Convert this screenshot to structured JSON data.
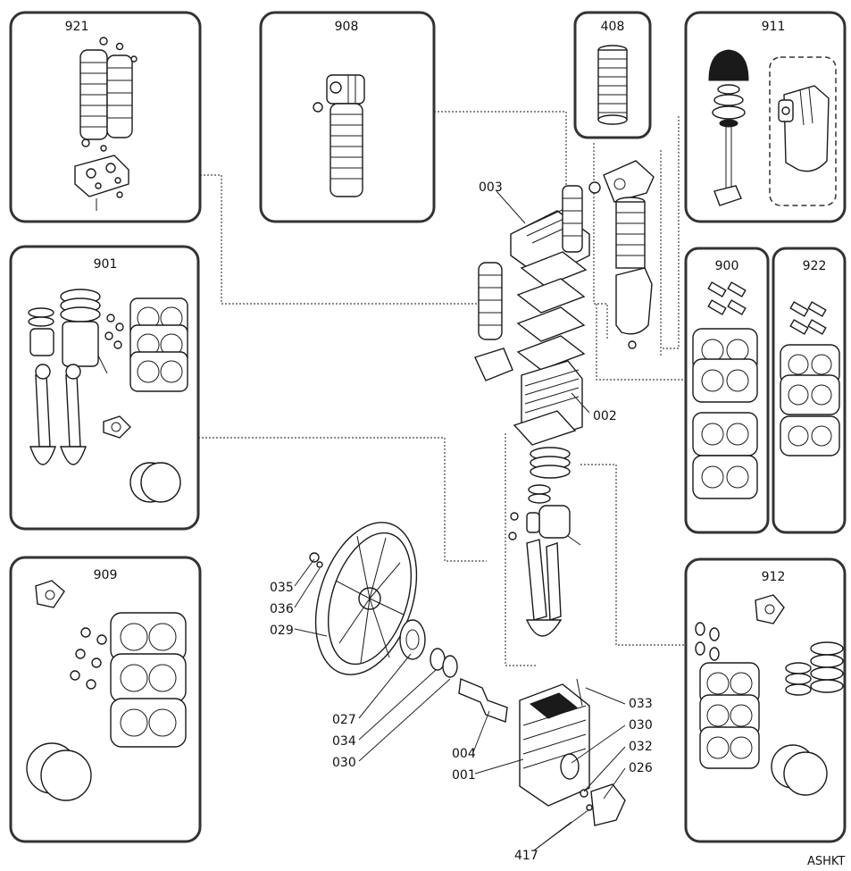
{
  "panels": {
    "p921": "921",
    "p908": "908",
    "p408": "408",
    "p911": "911",
    "p901": "901",
    "p900": "900",
    "p922": "922",
    "p909": "909",
    "p912": "912"
  },
  "callouts": {
    "c003": "003",
    "c002": "002",
    "c035": "035",
    "c036": "036",
    "c029": "029",
    "c027": "027",
    "c034": "034",
    "c030a": "030",
    "c004": "004",
    "c001": "001",
    "c033": "033",
    "c030b": "030",
    "c032": "032",
    "c026": "026",
    "c417": "417"
  },
  "brand": "ASHKT"
}
